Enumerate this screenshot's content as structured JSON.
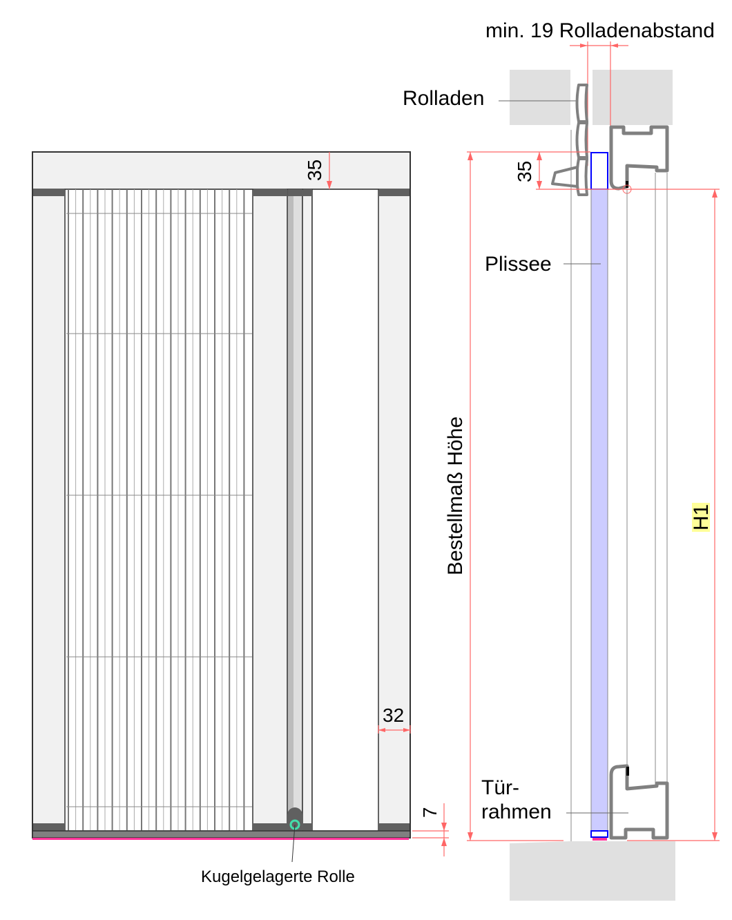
{
  "labels": {
    "min_gap": "min. 19 Rolladenabstand",
    "shutter": "Rolladen",
    "pleat": "Plissee",
    "frame_line1": "Tür-",
    "frame_line2": "rahmen",
    "order_height": "Bestellmaß Höhe",
    "h1": "H1",
    "roller": "Kugelgelagerte Rolle"
  },
  "dimensions": {
    "top_left": "35",
    "top_right": "35",
    "side": "32",
    "bottom": "7"
  },
  "colors": {
    "dimension": "#ff6666",
    "pleat_fill": "#ccccff",
    "pleat_outline": "#0000ff",
    "seal": "#ff3399",
    "roller": "#44ddaa",
    "h1_highlight": "#ffff99"
  }
}
